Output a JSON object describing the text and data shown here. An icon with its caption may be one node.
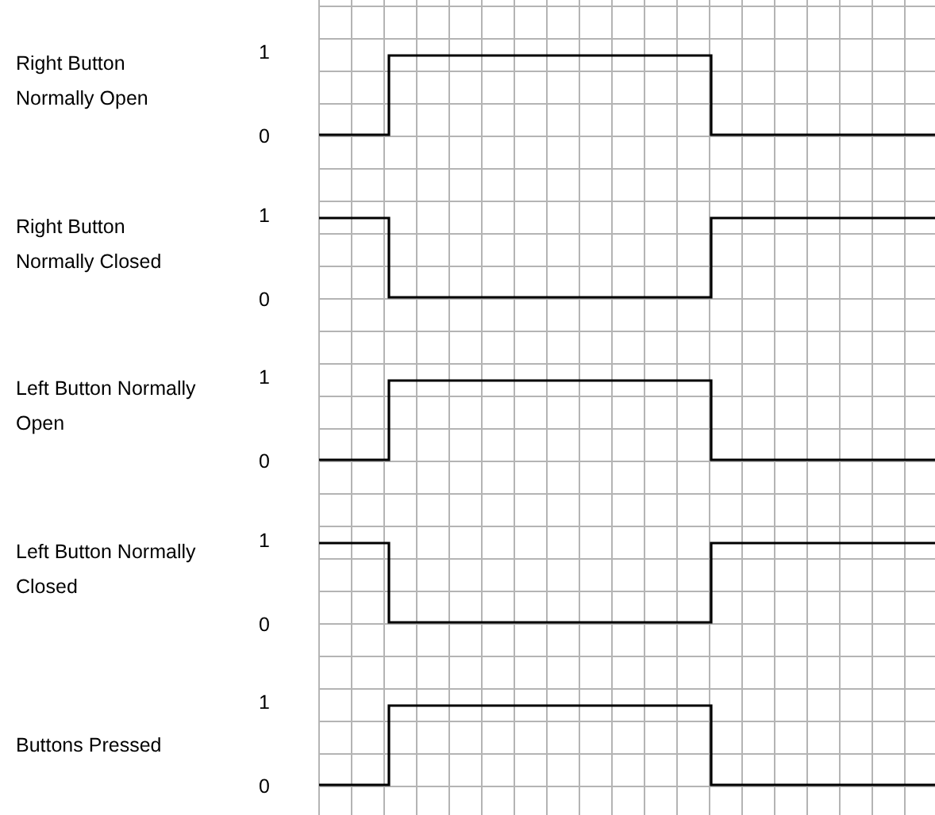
{
  "diagram": {
    "labels": [
      "Right Button Normally Open",
      "1",
      "0",
      "Right Button Normally Closed",
      "1",
      "0",
      "Left Button Normally Open",
      "1",
      "0",
      "Left Button Normally Closed",
      "1",
      "0",
      "Buttons Pressed",
      "1",
      "0"
    ]
  }
}
